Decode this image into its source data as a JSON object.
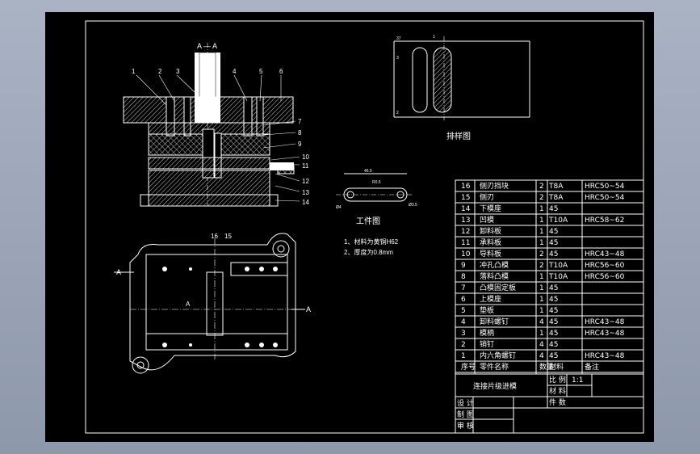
{
  "section_label": "A — A",
  "part_numbers": [
    "1",
    "2",
    "3",
    "4",
    "5",
    "6",
    "7",
    "8",
    "9",
    "10",
    "11",
    "12",
    "13",
    "14"
  ],
  "plan_numbers": [
    "16",
    "15"
  ],
  "view_marks": {
    "a_left": "A",
    "a_right": "A",
    "a_small": "A"
  },
  "strip_title": "排样图",
  "strip_dims": {
    "d37": "37",
    "d1": "1",
    "d3": "3",
    "d2": "2"
  },
  "workpiece_title": "工件图",
  "workpiece_dims": {
    "length": "46.5",
    "width": "R0.5",
    "dia_left": "Ø4",
    "dia_right": "Ø3.5"
  },
  "notes": [
    "1、材料为黄铜H62",
    "2、厚度为0.8mm"
  ],
  "bom": [
    {
      "no": "16",
      "name": "侧刃挡块",
      "qty": "2",
      "mat": "T8A",
      "remark": "HRC50~54"
    },
    {
      "no": "15",
      "name": "侧刃",
      "qty": "2",
      "mat": "T8A",
      "remark": "HRC50~54"
    },
    {
      "no": "14",
      "name": "下模座",
      "qty": "1",
      "mat": "45",
      "remark": ""
    },
    {
      "no": "13",
      "name": "凹模",
      "qty": "1",
      "mat": "T10A",
      "remark": "HRC58~62"
    },
    {
      "no": "12",
      "name": "卸料板",
      "qty": "1",
      "mat": "45",
      "remark": ""
    },
    {
      "no": "11",
      "name": "承料板",
      "qty": "1",
      "mat": "45",
      "remark": ""
    },
    {
      "no": "10",
      "name": "导料板",
      "qty": "2",
      "mat": "45",
      "remark": "HRC43~48"
    },
    {
      "no": "9",
      "name": "冲孔凸模",
      "qty": "2",
      "mat": "T10A",
      "remark": "HRC56~60"
    },
    {
      "no": "8",
      "name": "落料凸模",
      "qty": "1",
      "mat": "T10A",
      "remark": "HRC56~60"
    },
    {
      "no": "7",
      "name": "凸模固定板",
      "qty": "1",
      "mat": "45",
      "remark": ""
    },
    {
      "no": "6",
      "name": "上模座",
      "qty": "1",
      "mat": "45",
      "remark": ""
    },
    {
      "no": "5",
      "name": "垫板",
      "qty": "1",
      "mat": "45",
      "remark": ""
    },
    {
      "no": "4",
      "name": "卸料螺钉",
      "qty": "4",
      "mat": "45",
      "remark": "HRC43~48"
    },
    {
      "no": "3",
      "name": "模柄",
      "qty": "1",
      "mat": "45",
      "remark": "HRC43~48"
    },
    {
      "no": "2",
      "name": "销钉",
      "qty": "4",
      "mat": "45",
      "remark": ""
    },
    {
      "no": "1",
      "name": "内六角螺钉",
      "qty": "4",
      "mat": "45",
      "remark": "HRC43~48"
    }
  ],
  "bom_header": {
    "no": "序号",
    "name": "零件名称",
    "qty": "数量",
    "mat": "材料",
    "remark": "备注"
  },
  "title_block": {
    "drawing_name": "连接片级进模",
    "scale_label": "比 例",
    "scale_value": "1:1",
    "material_label": "材 料",
    "sheet_label": "件 数",
    "design": "设 计",
    "draw": "制 图",
    "review": "审 核"
  },
  "colors": {
    "background": "#000000",
    "line": "#ffffff",
    "hatch": "#ffffff",
    "frame_bg": "#9aa4b7"
  }
}
